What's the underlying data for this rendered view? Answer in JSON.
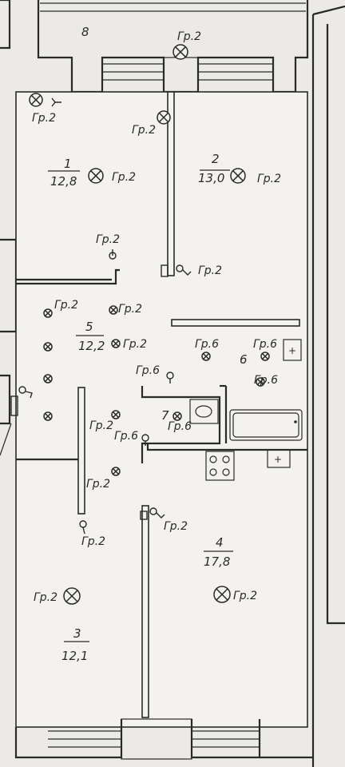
{
  "colors": {
    "paper": "#eceae6",
    "ink": "#2a2a2a",
    "floor": "#f4f2ee"
  },
  "rooms": [
    {
      "id": "balcony",
      "number": "8",
      "area": ""
    },
    {
      "id": "room-1",
      "number": "1",
      "area": "12,8"
    },
    {
      "id": "room-2",
      "number": "2",
      "area": "13,0"
    },
    {
      "id": "hall-5",
      "number": "5",
      "area": "12,2"
    },
    {
      "id": "kitchen-6",
      "number": "6",
      "area": ""
    },
    {
      "id": "bath-7",
      "number": "7",
      "area": ""
    },
    {
      "id": "room-3",
      "number": "3",
      "area": "12,1"
    },
    {
      "id": "room-4",
      "number": "4",
      "area": "17,8"
    }
  ],
  "labels": {
    "gr2": "Гр.2",
    "gr6": "Гр.6"
  }
}
